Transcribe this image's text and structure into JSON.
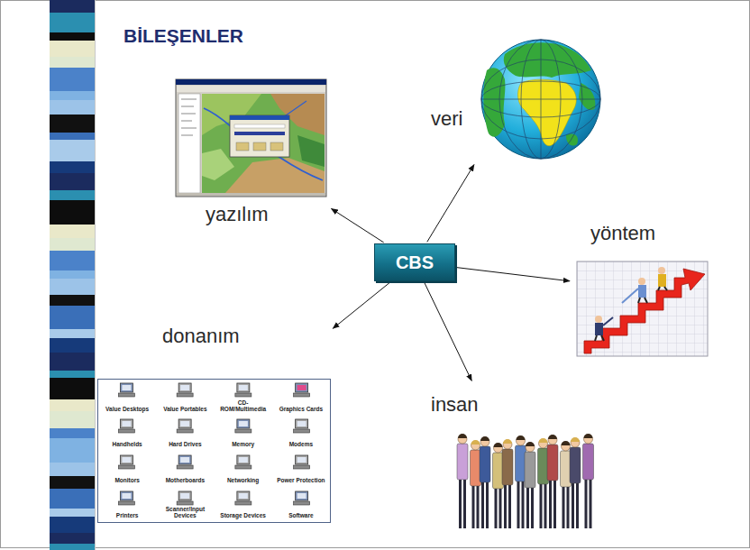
{
  "diagram": {
    "title": "BİLEŞENLER",
    "nodes": [
      {
        "text": [
          "CBS"
        ]
      },
      {
        "text": [
          "yazılım"
        ]
      },
      {
        "text": [
          "veri"
        ]
      },
      {
        "text": [
          "yöntem"
        ]
      },
      {
        "text": [
          "donanım",
          "Value Desktops",
          "Value Portables",
          "CD-ROM/Multimedia",
          "Graphics Cards",
          "Handhelds",
          "Hard Drives",
          "Memory",
          "Modems",
          "Monitors",
          "Motherboards",
          "Networking",
          "Power Protection",
          "Printers",
          "Scanner/Input Devices",
          "Storage Devices",
          "Software"
        ]
      },
      {
        "text": [
          "insan"
        ]
      }
    ],
    "edges": [
      {
        "from": 0,
        "to": 1,
        "arrow": "to"
      },
      {
        "from": 0,
        "to": 2,
        "arrow": "to"
      },
      {
        "from": 0,
        "to": 3,
        "arrow": "to"
      },
      {
        "from": 0,
        "to": 4,
        "arrow": "to"
      },
      {
        "from": 0,
        "to": 5,
        "arrow": "to"
      }
    ]
  }
}
